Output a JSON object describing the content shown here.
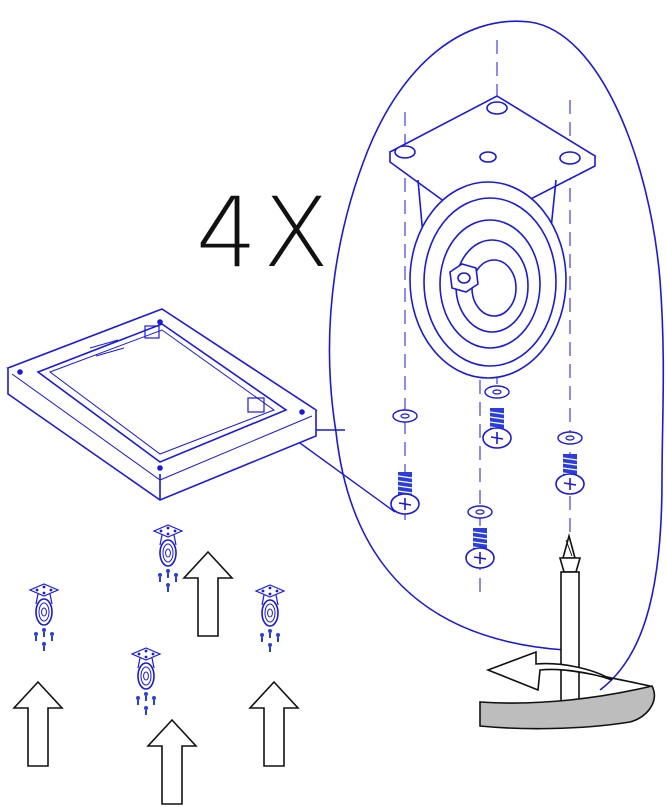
{
  "diagram": {
    "quantity_label": "4X",
    "colors": {
      "line_art": "#1a1ad8",
      "hardware_fill": "#2b3fd8",
      "arrow_outline": "#111111",
      "rotation_band": "#bdbdbd",
      "background": "#ffffff"
    },
    "parts": {
      "caster_count": 4,
      "washers_per_caster": 4,
      "bolts_per_caster": 4
    },
    "icons": [
      "caster-icon",
      "bolt-icon",
      "washer-icon",
      "screwdriver-icon",
      "up-arrow-icon",
      "rotation-arrow-icon"
    ]
  }
}
